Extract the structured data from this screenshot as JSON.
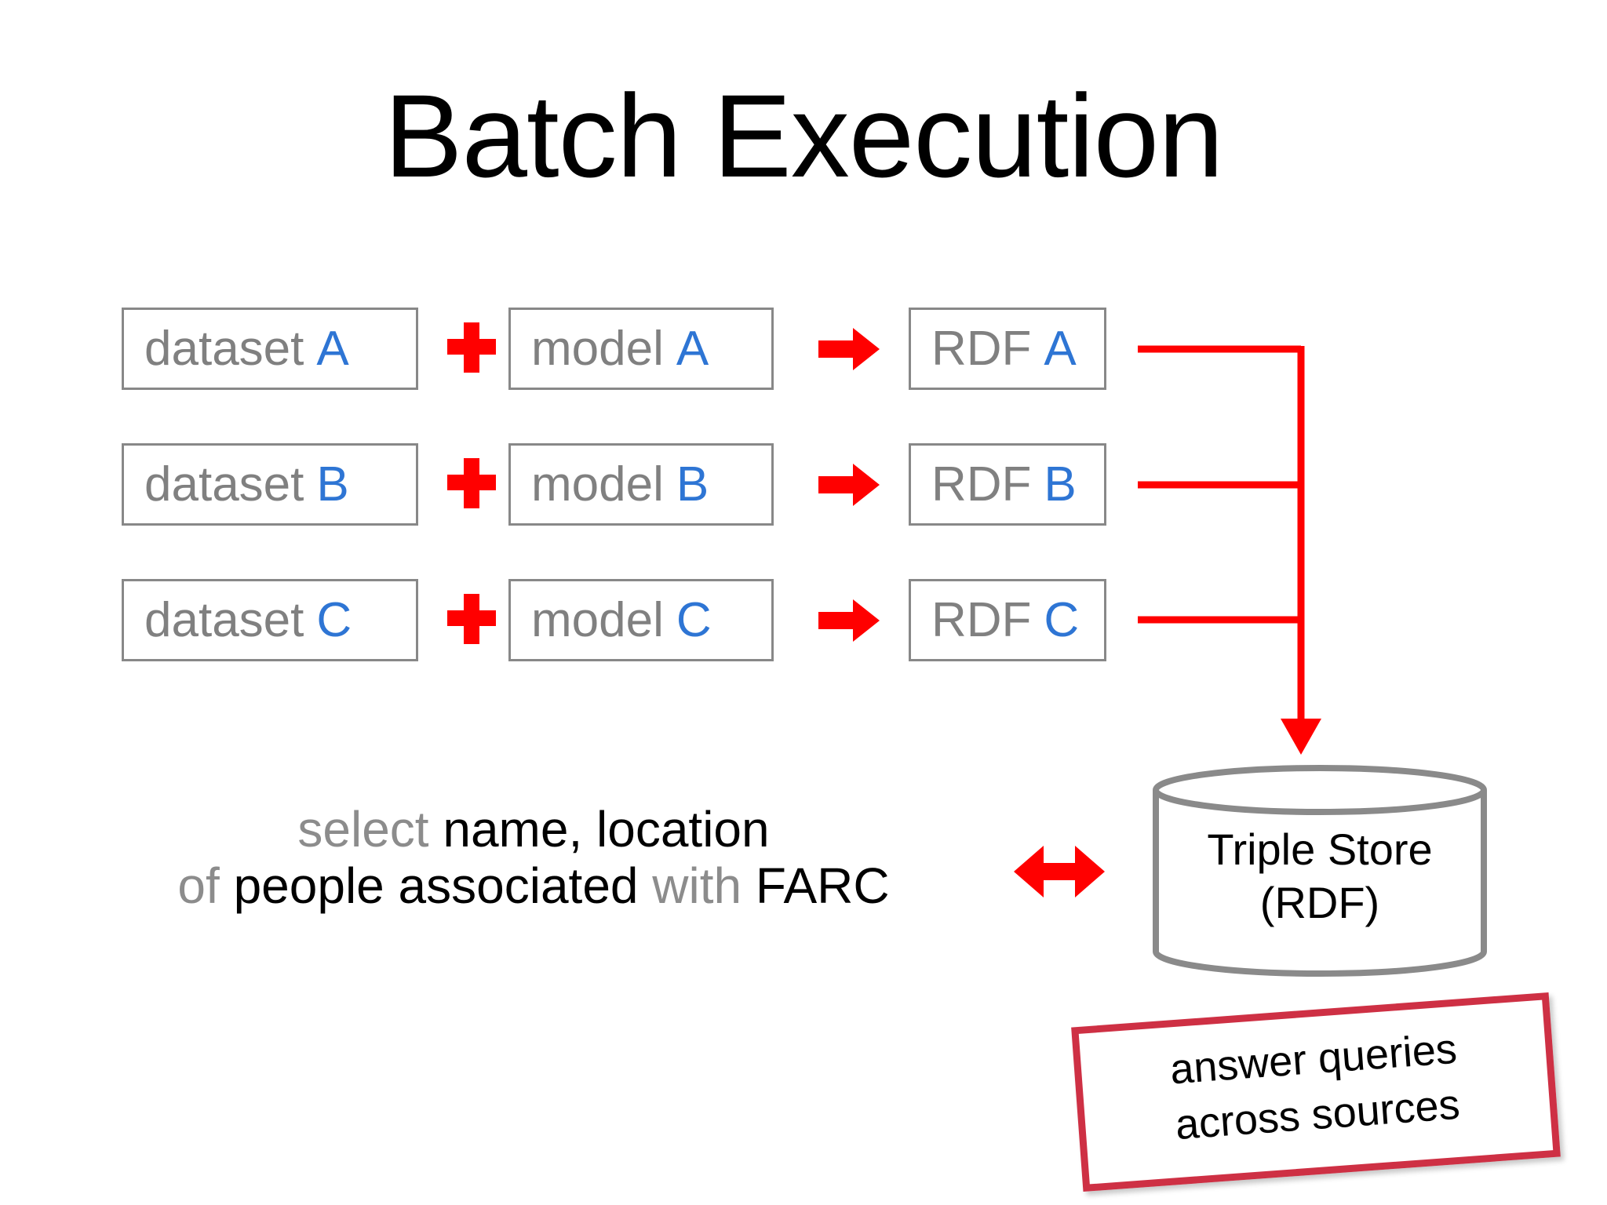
{
  "slide": {
    "title": "Batch Execution",
    "background_color": "#FFFFFF"
  },
  "colors": {
    "accent_red": "#FF0000",
    "label_gray": "#808080",
    "tag_blue": "#2E75D4",
    "box_border_gray": "#888888",
    "note_border_red": "#CE3044",
    "text_black": "#000000",
    "query_keyword_gray": "#8C8C8C"
  },
  "pipeline": {
    "rows": [
      {
        "dataset_label": "dataset",
        "dataset_tag": "A",
        "operator": "+",
        "model_label": "model",
        "model_tag": "A",
        "produces_icon": "right-arrow-icon",
        "rdf_label": "RDF",
        "rdf_tag": "A"
      },
      {
        "dataset_label": "dataset",
        "dataset_tag": "B",
        "operator": "+",
        "model_label": "model",
        "model_tag": "B",
        "produces_icon": "right-arrow-icon",
        "rdf_label": "RDF",
        "rdf_tag": "B"
      },
      {
        "dataset_label": "dataset",
        "dataset_tag": "C",
        "operator": "+",
        "model_label": "model",
        "model_tag": "C",
        "produces_icon": "right-arrow-icon",
        "rdf_label": "RDF",
        "rdf_tag": "C"
      }
    ]
  },
  "query": {
    "line1_keyword": "select",
    "line1_rest": "name, location",
    "line2_keyword1": "of",
    "line2_mid": "people associated",
    "line2_keyword2": "with",
    "line2_rest": "FARC"
  },
  "exchange": {
    "icon": "double-headed-arrow-icon"
  },
  "triple_store": {
    "icon": "database-cylinder-icon",
    "line1": "Triple Store",
    "line2": "(RDF)"
  },
  "sticky_note": {
    "line1": "answer queries",
    "line2": "across sources"
  }
}
